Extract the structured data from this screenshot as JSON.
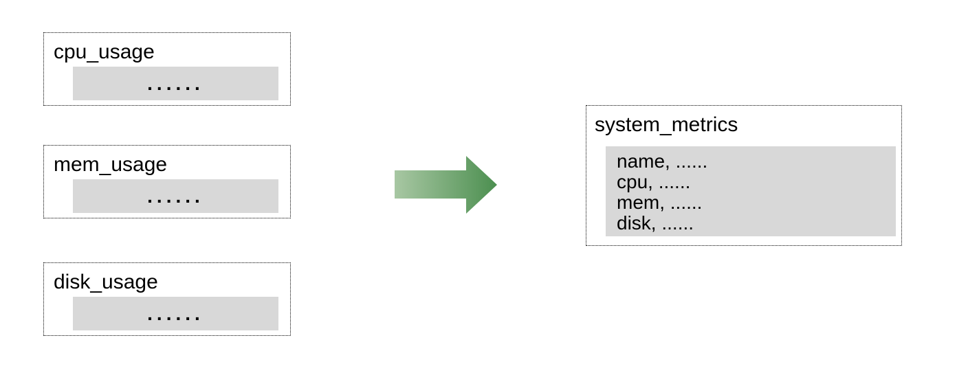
{
  "diagram": {
    "source_tables": [
      {
        "title": "cpu_usage",
        "placeholder": "......"
      },
      {
        "title": "mem_usage",
        "placeholder": "......"
      },
      {
        "title": "disk_usage",
        "placeholder": "......"
      }
    ],
    "arrow": {
      "direction": "right",
      "gradient_start": "#a8c7a3",
      "gradient_end": "#4c8f50"
    },
    "result_table": {
      "title": "system_metrics",
      "columns": [
        "name, ......",
        "cpu, ......",
        "mem, ......",
        "disk, ......"
      ]
    },
    "colors": {
      "panel_fill": "#d8d8d8",
      "border": "#000000",
      "background": "#ffffff",
      "text": "#000000"
    }
  }
}
